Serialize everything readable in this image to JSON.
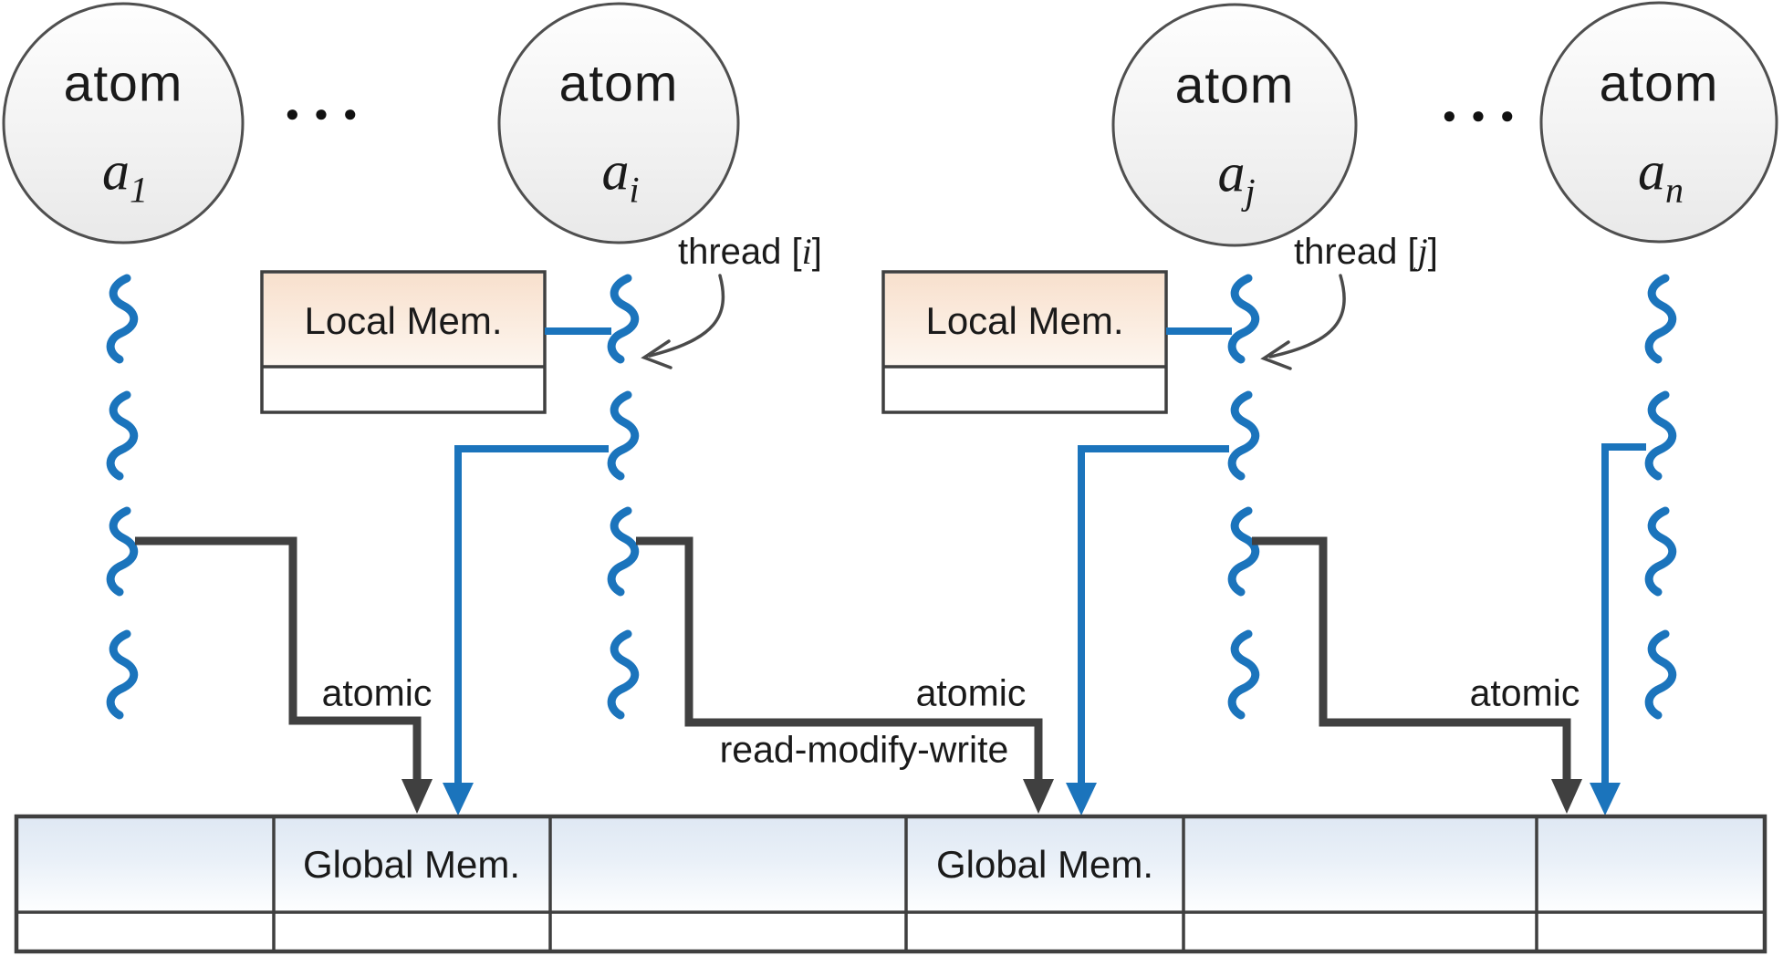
{
  "figure": {
    "atoms": [
      {
        "label": "atom",
        "sub": "1"
      },
      {
        "label": "atom",
        "sub": "i"
      },
      {
        "label": "atom",
        "sub": "j"
      },
      {
        "label": "atom",
        "sub": "n"
      }
    ],
    "ellipsis": {
      "dots": "●●●"
    },
    "memory": {
      "local_label": "Local Mem.",
      "global_label": "Global Mem."
    },
    "threads": [
      {
        "prefix": "thread [",
        "index": "i",
        "suffix": "]"
      },
      {
        "prefix": "thread [",
        "index": "j",
        "suffix": "]"
      }
    ],
    "operations": {
      "atomic": "atomic",
      "rmw": "read-modify-write"
    },
    "colors": {
      "blue": "#1B74BC",
      "dark_line": "#404040",
      "peach_top": "#F8E0CD",
      "table_header_blue": "#DFE8F3"
    }
  }
}
